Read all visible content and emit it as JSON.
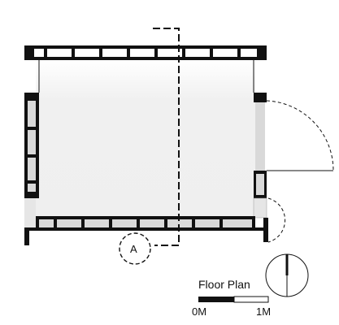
{
  "drawing": {
    "title": "Floor Plan",
    "section_marker": "A",
    "scale_bar": {
      "start_label": "0M",
      "end_label": "1M"
    }
  },
  "colors": {
    "wall": "#111111",
    "glazing": "#d9d9d9",
    "floor": "#f2f2f2",
    "paper": "#ffffff",
    "line": "#111111"
  },
  "icons": [
    "north-arrow-icon",
    "section-marker-icon",
    "door-swing-icon"
  ]
}
